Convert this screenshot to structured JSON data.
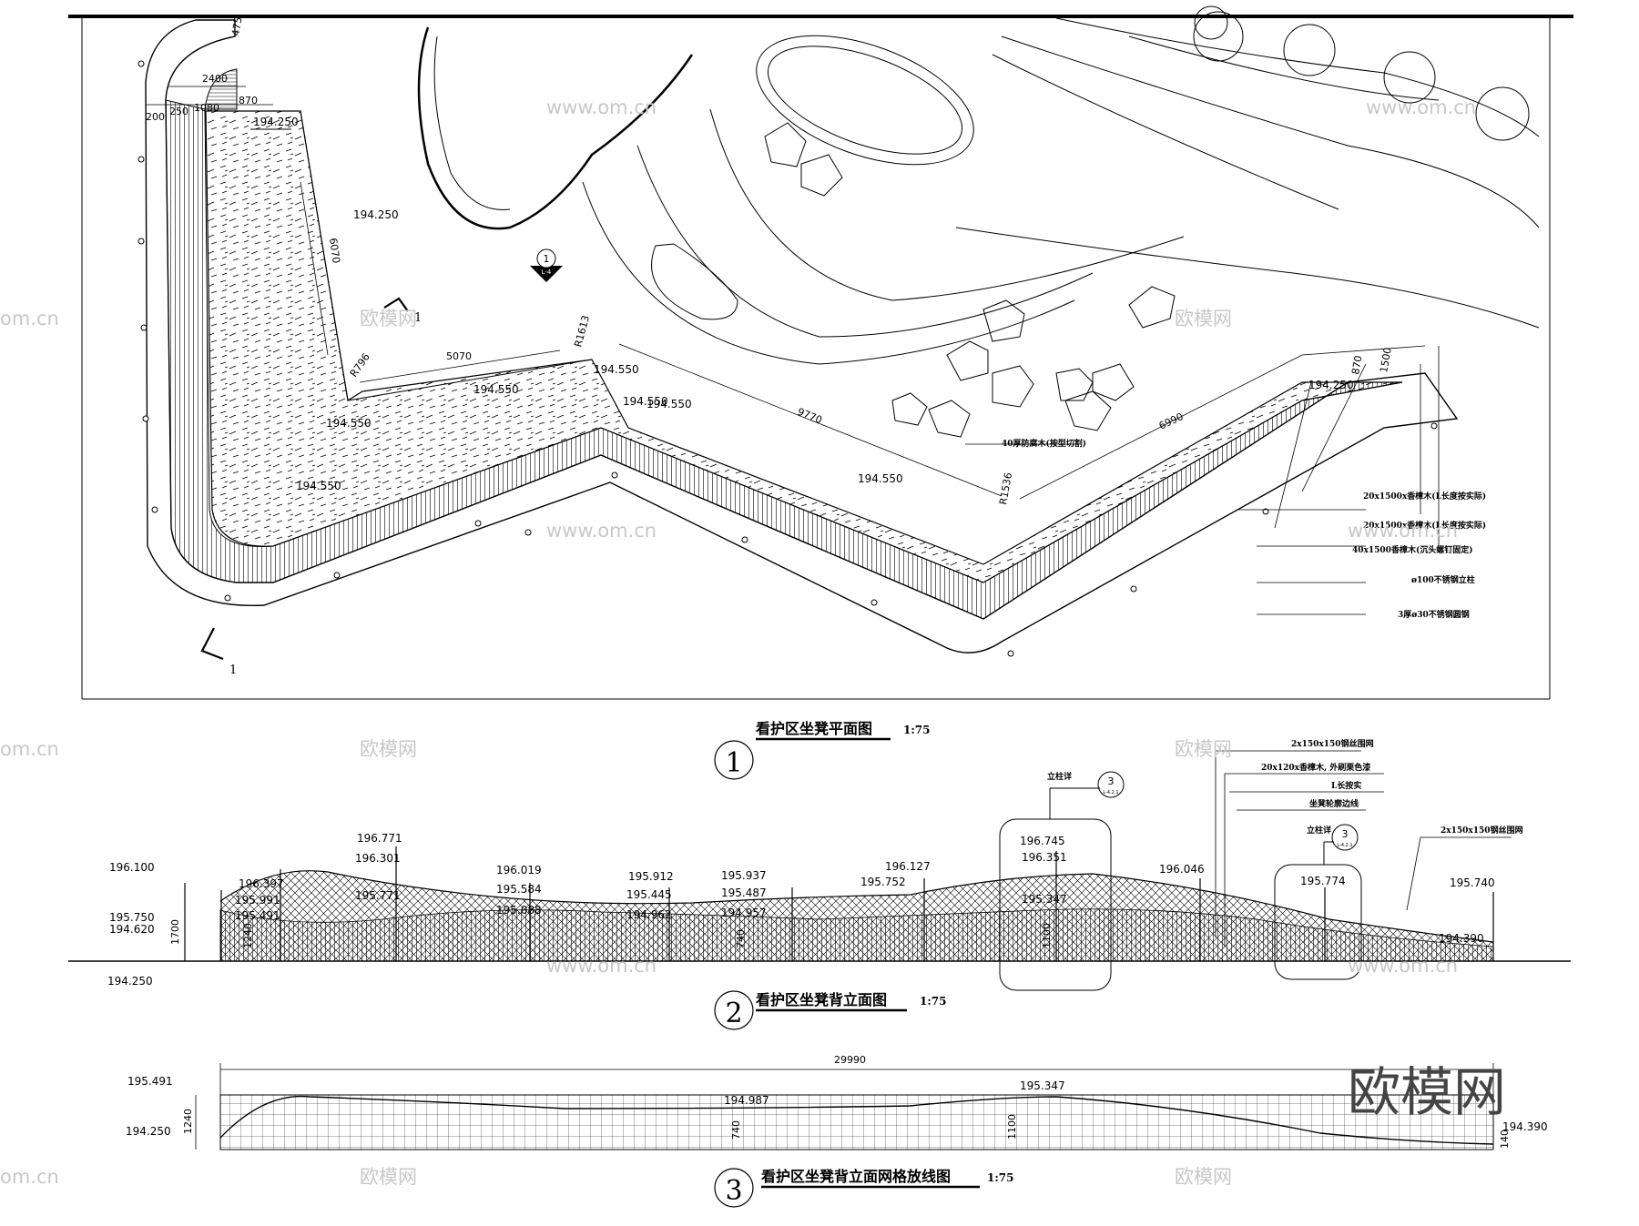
{
  "plan": {
    "title": "看护区坐凳平面图",
    "scale": "1:75",
    "number": "1",
    "elevations": [
      "194.250",
      "194.250",
      "194.550",
      "194.550",
      "194.550",
      "194.250",
      "194.550",
      "194.550",
      "194.550",
      "194.550"
    ],
    "dims": [
      "2400",
      "200",
      "250",
      "1080",
      "870",
      "475",
      "6070",
      "5070",
      "R796",
      "R1613",
      "9770",
      "6990",
      "R1536",
      "870",
      "1500"
    ],
    "annotations": [
      "40厚防腐木(按型切割)",
      "20x1500x香樟木(L长度按实际)",
      "20x1500x香樟木(L长度按实际)",
      "40x1500香樟木(沉头螺钉固定)",
      "ø100不锈钢立柱",
      "3厚ø30不锈钢圆钢"
    ],
    "section_mark": "1",
    "section_sheet": "L-4",
    "cut_label": "1"
  },
  "elevation": {
    "title": "看护区坐凳背立面图",
    "scale": "1:75",
    "number": "2",
    "left_levels": [
      "196.100",
      "195.750",
      "194.620",
      "194.250"
    ],
    "left_dim": "1700",
    "levels": [
      "196.397",
      "195.991",
      "195.491",
      "196.771",
      "196.301",
      "195.771",
      "196.019",
      "195.584",
      "195.088",
      "195.912",
      "195.445",
      "194.962",
      "195.937",
      "195.487",
      "194.957",
      "196.127",
      "195.752",
      "196.745",
      "196.351",
      "195.347",
      "196.046",
      "195.774",
      "195.740",
      "194.390"
    ],
    "inner_dims": [
      "1240",
      "740",
      "1100"
    ],
    "detail1": {
      "label": "立柱详",
      "num": "3",
      "sheet": "L-4.2.1"
    },
    "detail2": {
      "label": "立柱详",
      "num": "3",
      "sheet": "L-4.2.1"
    },
    "callouts": [
      "2x150x150钢丝围网",
      "20x120x香樟木, 外刷栗色漆",
      "L长按实",
      "坐凳轮廓边线",
      "2x150x150钢丝围网"
    ]
  },
  "grid": {
    "title": "看护区坐凳背立面网格放线图",
    "scale": "1:75",
    "number": "3",
    "total": "29990",
    "levels": [
      "195.491",
      "194.250",
      "194.987",
      "195.347",
      "194.390"
    ],
    "dims": [
      "1240",
      "740",
      "1100",
      "140"
    ]
  },
  "watermarks": {
    "site": "www.om.cn",
    "brand": "欧模网",
    "domain": "om.cn"
  }
}
